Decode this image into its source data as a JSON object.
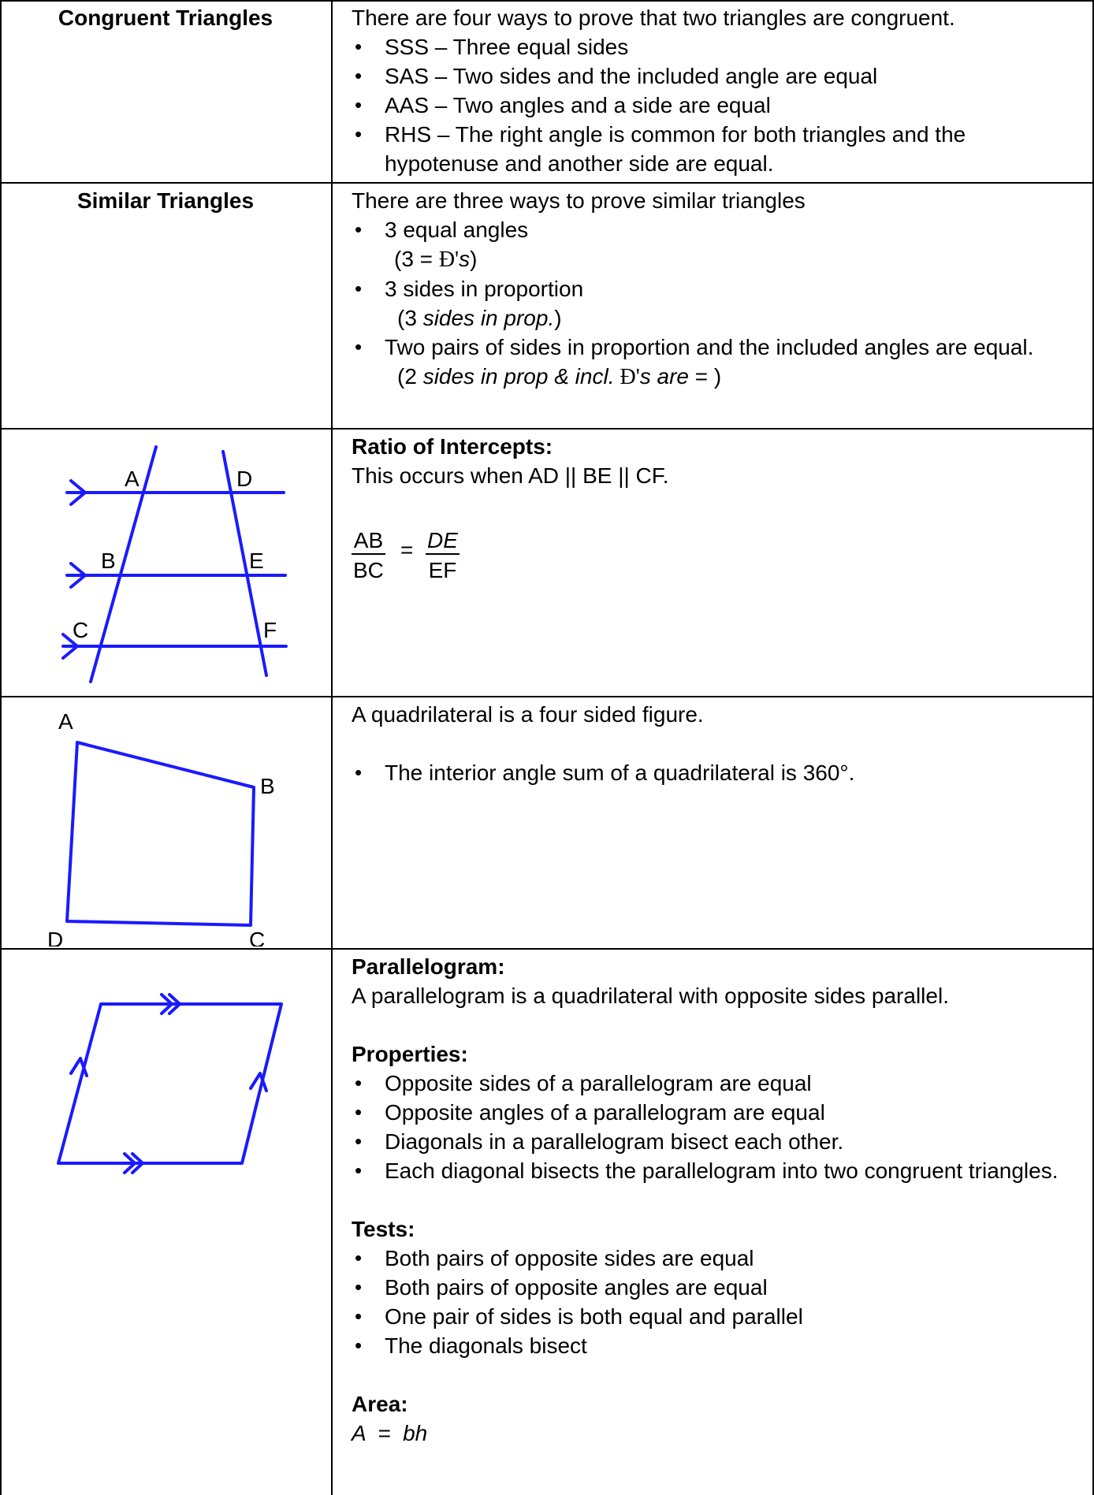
{
  "congruent": {
    "title": "Congruent Triangles",
    "intro": "There are four ways to prove that two triangles are congruent.",
    "items": [
      "SSS – Three equal sides",
      "SAS – Two sides and the included angle are equal",
      "AAS – Two angles and a side are equal",
      "RHS – The right angle is common for both triangles and the hypotenuse and another side are equal."
    ]
  },
  "similar": {
    "title": "Similar Triangles",
    "intro": "There are three ways to prove similar triangles",
    "items": [
      {
        "text": "3 equal angles",
        "note_pre": "(3  =  ",
        "note_sym": "Ð'",
        "note_it": "s",
        "note_post": ")"
      },
      {
        "text": "3 sides in proportion",
        "note_pre": "(3 ",
        "note_it": "sides in prop.",
        "note_post": ")"
      },
      {
        "text": "Two pairs of sides in proportion and the included angles are equal.",
        "note_pre": "(2 ",
        "note_it": "sides in prop & incl.",
        "note_sym": " Ð'",
        "note_it2": "s are",
        "note_post": "  = )"
      }
    ]
  },
  "intercepts": {
    "heading": "Ratio of Intercepts:",
    "text": "This occurs when AD || BE || CF.",
    "frac1": {
      "num": "AB",
      "den": "BC"
    },
    "equals": "=",
    "frac2": {
      "num": "DE",
      "den": "EF"
    },
    "labels": {
      "a": "A",
      "b": "B",
      "c": "C",
      "d": "D",
      "e": "E",
      "f": "F"
    }
  },
  "quadrilateral": {
    "text": "A quadrilateral is a four sided figure.",
    "item": "The interior angle sum of a quadrilateral is 360°.",
    "labels": {
      "a": "A",
      "b": "B",
      "c": "C",
      "d": "D"
    }
  },
  "parallelogram": {
    "heading": "Parallelogram:",
    "definition": "A parallelogram is a quadrilateral with opposite sides parallel.",
    "properties_heading": "Properties:",
    "properties": [
      "Opposite sides of a parallelogram are equal",
      "Opposite angles of a parallelogram are equal",
      "Diagonals in a parallelogram bisect each other.",
      "Each diagonal bisects the parallelogram into two congruent triangles."
    ],
    "tests_heading": "Tests:",
    "tests": [
      "Both pairs of opposite sides are equal",
      "Both pairs of opposite angles are equal",
      "One pair of sides is both equal and parallel",
      "The diagonals bisect"
    ],
    "area_heading": "Area:",
    "area_formula": "A  =  bh"
  },
  "colors": {
    "figure": "#1a1aff",
    "border": "#000000"
  }
}
